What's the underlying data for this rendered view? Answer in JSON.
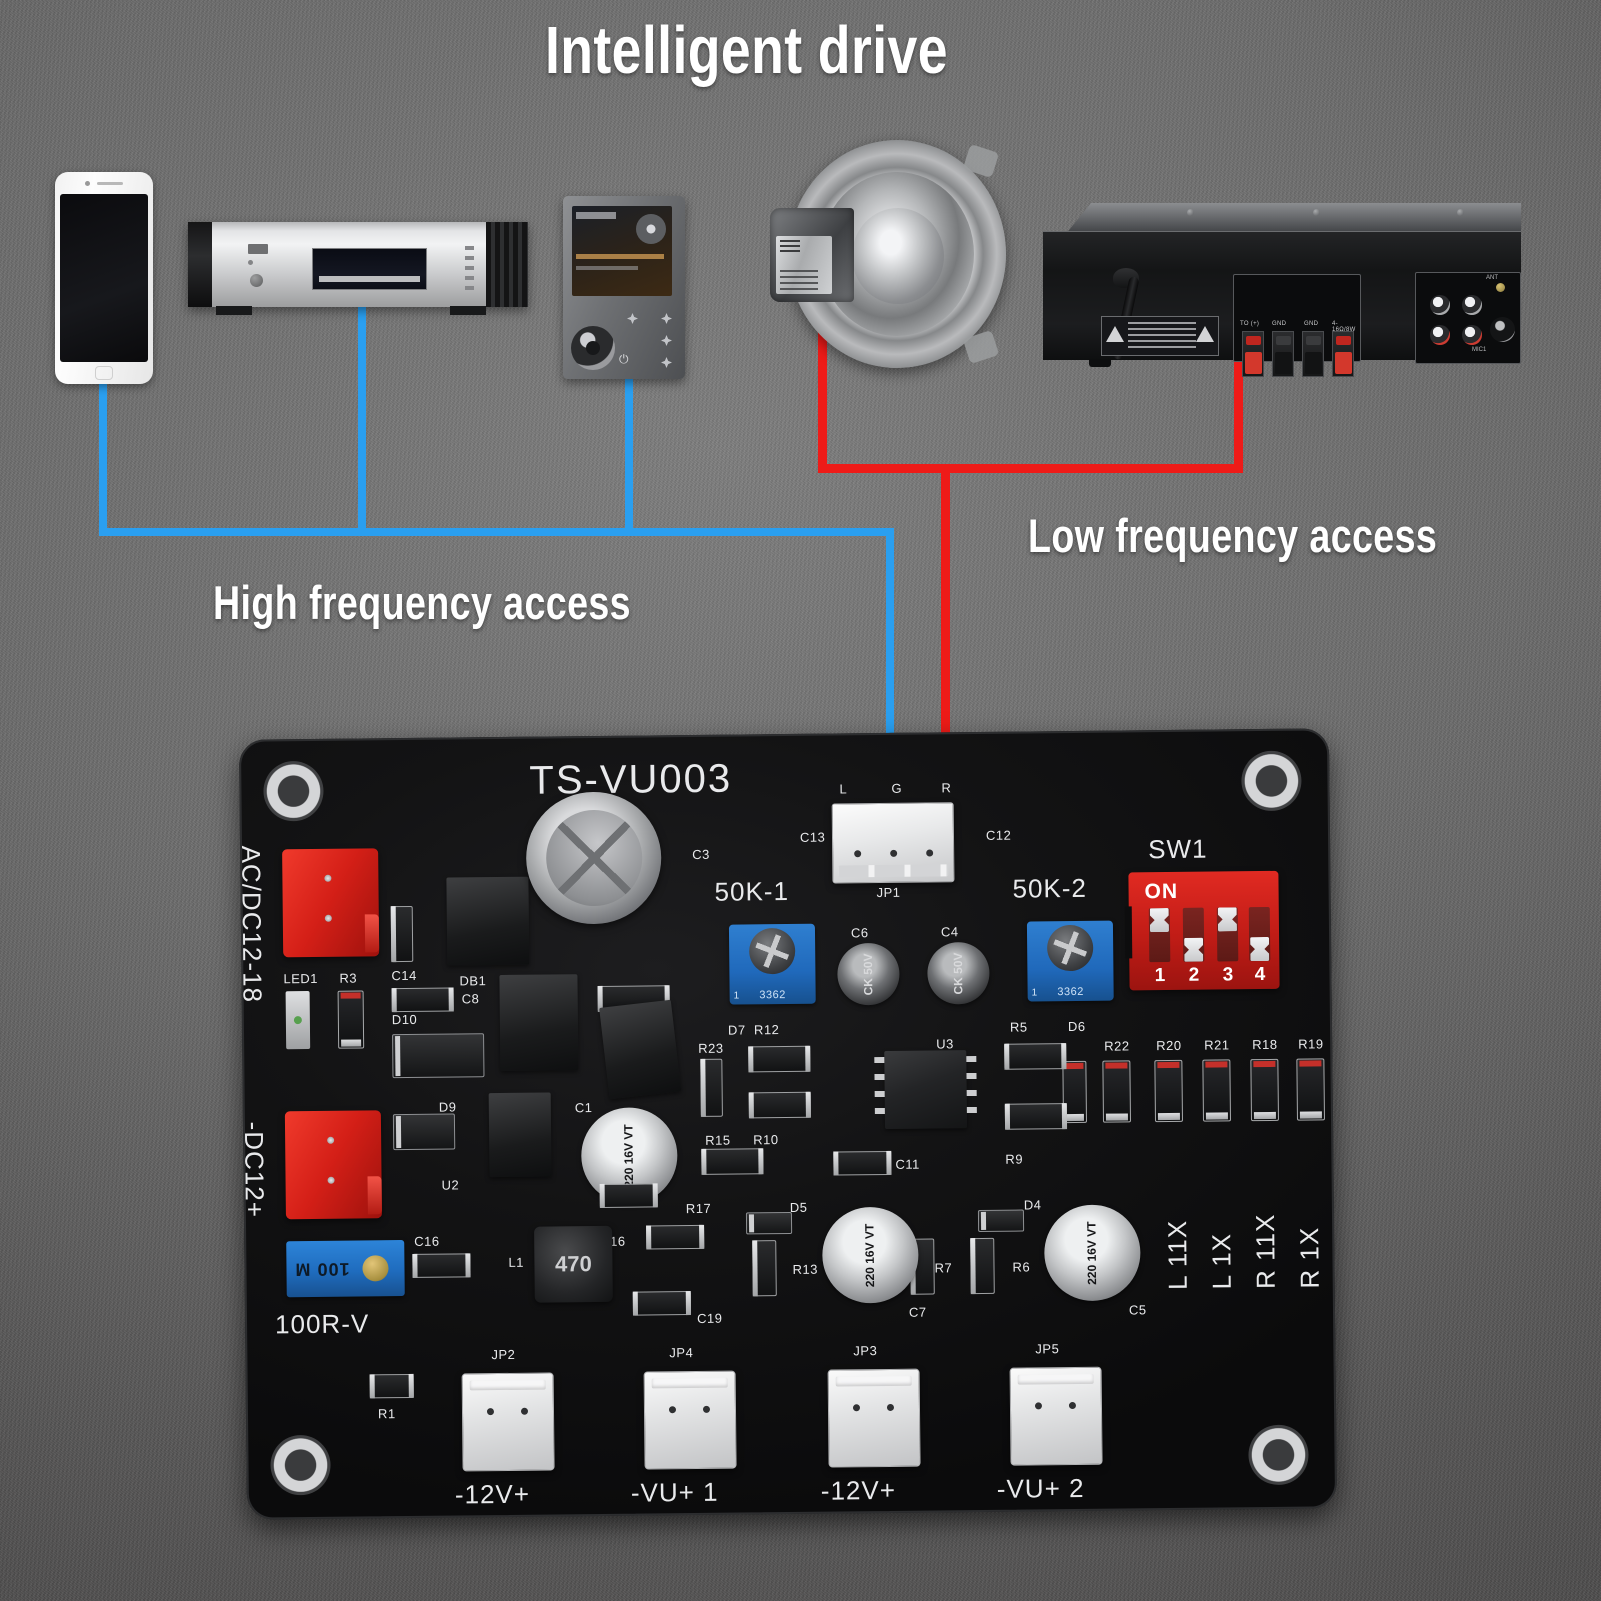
{
  "headline": "Intelligent drive",
  "captions": {
    "high": "High frequency access",
    "low": "Low frequency access"
  },
  "colors": {
    "high_frequency_wire": "#2a9ff0",
    "low_frequency_wire": "#ee1b18",
    "pcb_solder_mask": "#131314",
    "dip_switch_red": "#c01c16",
    "trimpot_blue": "#2069bb",
    "background_grey": "#6e6e6e",
    "silkscreen_white": "#e9eaec"
  },
  "devices": [
    {
      "name": "smartphone",
      "wire": "high"
    },
    {
      "name": "cd-player",
      "wire": "high"
    },
    {
      "name": "portable-music-player",
      "wire": "high"
    },
    {
      "name": "loudspeaker-driver",
      "wire": "low"
    },
    {
      "name": "power-amplifier",
      "wire": "low"
    }
  ],
  "board": {
    "model": "TS-VU003",
    "input_connector": {
      "ref": "JP1",
      "pins": [
        "L",
        "G",
        "R"
      ]
    },
    "power_inputs": [
      {
        "label": "AC/DC12-18"
      },
      {
        "label": "-DC12+"
      }
    ],
    "trimpots": [
      {
        "label": "50K-1",
        "code": "3362",
        "pin": "1"
      },
      {
        "label": "50K-2",
        "code": "3362",
        "pin": "1"
      },
      {
        "label": "100R-V",
        "marking": "100 M"
      }
    ],
    "dip_switch": {
      "ref": "SW1",
      "on_label": "ON",
      "positions": [
        "1",
        "2",
        "3",
        "4"
      ],
      "states": [
        "on",
        "off",
        "on",
        "off"
      ]
    },
    "gain_labels": [
      "L 11X",
      "L 1X",
      "R 11X",
      "R 1X"
    ],
    "output_connectors": [
      {
        "ref": "JP2",
        "label": "-12V+"
      },
      {
        "ref": "JP4",
        "label": "-VU+ 1"
      },
      {
        "ref": "JP3",
        "label": "-12V+"
      },
      {
        "ref": "JP5",
        "label": "-VU+ 2"
      }
    ],
    "capacitors": [
      {
        "ref": "C1",
        "marking": "220 16V VT"
      },
      {
        "ref": "C7",
        "marking": "220 16V VT"
      },
      {
        "ref": "C5",
        "marking": "220 16V VT"
      },
      {
        "ref": "C6",
        "marking": "CK 50V"
      },
      {
        "ref": "C4",
        "marking": "CK 50V"
      }
    ],
    "inductor": {
      "ref": "L1",
      "marking": "470"
    },
    "ic": {
      "ref": "U3"
    },
    "silkscreen_refs": [
      "C3",
      "C8",
      "C11",
      "C12",
      "C13",
      "C14",
      "C16",
      "C19",
      "DB1",
      "D4",
      "D5",
      "D6",
      "D7",
      "D9",
      "D10",
      "LED1",
      "U2",
      "U3",
      "JP1",
      "JP2",
      "JP3",
      "JP4",
      "JP5",
      "R1",
      "R3",
      "R5",
      "R6",
      "R7",
      "R9",
      "R10",
      "R12",
      "R13",
      "R15",
      "R16",
      "R17",
      "R18",
      "R19",
      "R20",
      "R21",
      "R22",
      "R23"
    ]
  }
}
